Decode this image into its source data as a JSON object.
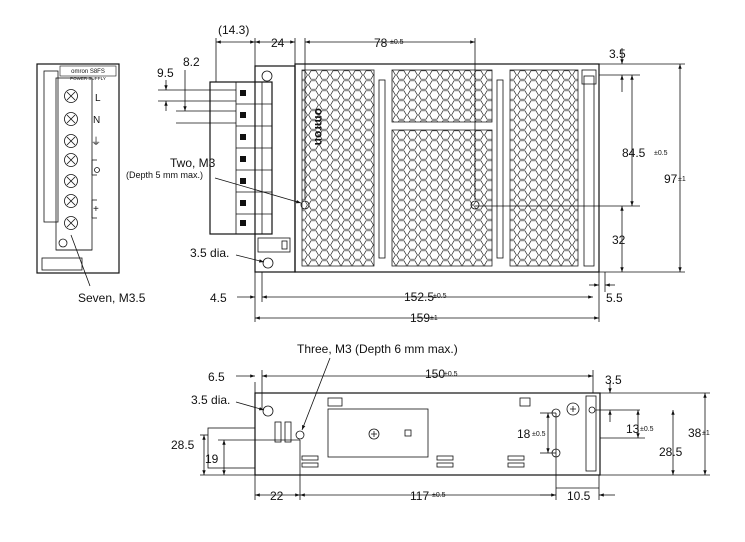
{
  "side_view": {
    "brand": "omron S8FS",
    "subtitle": "POWER SUPPLY",
    "terminal_labels": [
      "L",
      "N",
      "⏚"
    ],
    "terminal_callout": "Seven, M3.5"
  },
  "top_view": {
    "logo": "omron",
    "dim_offset": "(14.3)",
    "dim_24": "24",
    "dim_78": "78",
    "dim_78_tol": "±0.5",
    "dim_3_5_right": "3.5",
    "dim_9_5": "9.5",
    "dim_8_2": "8.2",
    "dim_84_5": "84.5",
    "dim_84_5_tol": "±0.5",
    "dim_97": "97",
    "dim_97_tol": "±1",
    "dim_32": "32",
    "dim_5_5": "5.5",
    "dim_4_5": "4.5",
    "dim_152_5": "152.5",
    "dim_152_5_tol": "±0.5",
    "dim_159": "159",
    "dim_159_tol": "±1",
    "callout_two_m3": "Two, M3",
    "callout_depth5": "(Depth 5 mm max.)",
    "callout_hole": "3.5 dia."
  },
  "bottom_view": {
    "callout_three_m3": "Three, M3 (Depth 6 mm max.)",
    "dim_6_5": "6.5",
    "dim_150": "150",
    "dim_150_tol": "±0.5",
    "dim_3_5_right": "3.5",
    "callout_hole": "3.5 dia.",
    "dim_28_5_left": "28.5",
    "dim_19": "19",
    "dim_18": "18",
    "dim_18_tol": "±0.5",
    "dim_13": "13",
    "dim_13_tol": "±0.5",
    "dim_38": "38",
    "dim_38_tol": "±1",
    "dim_28_5_right": "28.5",
    "dim_22": "22",
    "dim_117": "117",
    "dim_117_tol": "±0.5",
    "dim_10_5": "10.5"
  }
}
